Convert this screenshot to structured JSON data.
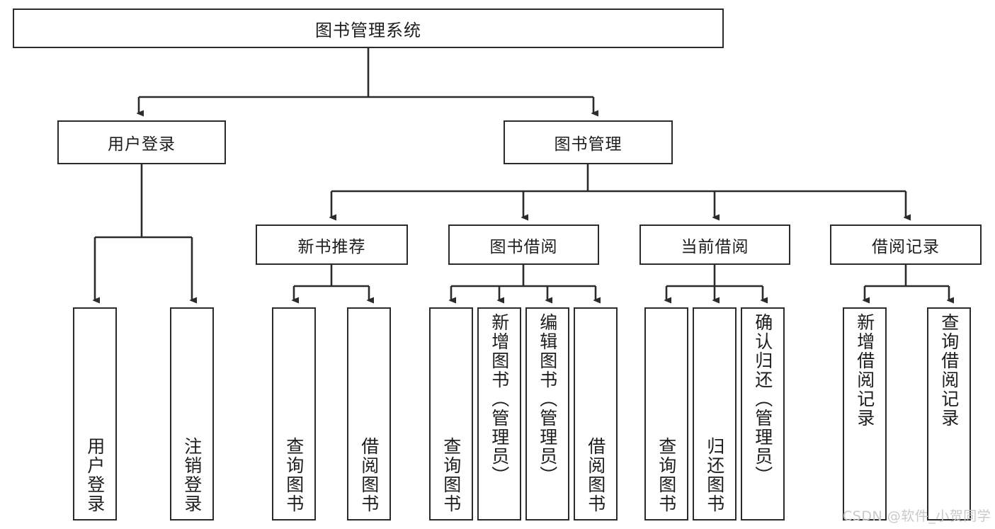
{
  "diagram": {
    "title": "图书管理系统",
    "type": "hierarchical-tree",
    "root": {
      "label": "图书管理系统"
    },
    "level2": [
      {
        "label": "用户登录"
      },
      {
        "label": "图书管理"
      }
    ],
    "level3": [
      {
        "label": "新书推荐"
      },
      {
        "label": "图书借阅"
      },
      {
        "label": "当前借阅"
      },
      {
        "label": "借阅记录"
      }
    ],
    "leaves": {
      "user_login": [
        {
          "label": "用户登录"
        },
        {
          "label": "注销登录"
        }
      ],
      "new_book_recommend": [
        {
          "label": "查询图书"
        },
        {
          "label": "借阅图书"
        }
      ],
      "book_borrow": [
        {
          "label": "查询图书"
        },
        {
          "label": "新增图书（管理员）"
        },
        {
          "label": "编辑图书（管理员）"
        },
        {
          "label": "借阅图书"
        }
      ],
      "current_borrow": [
        {
          "label": "查询图书"
        },
        {
          "label": "归还图书"
        },
        {
          "label": "确认归还（管理员）"
        }
      ],
      "borrow_record": [
        {
          "label": "新增借阅记录"
        },
        {
          "label": "查询借阅记录"
        }
      ]
    }
  },
  "watermark": {
    "text": "CSDN @软件_小贺同学"
  },
  "colors": {
    "stroke": "#2b2b2b",
    "background": "#ffffff",
    "text": "#1d1d1d",
    "watermark": "#c9c9c9"
  }
}
